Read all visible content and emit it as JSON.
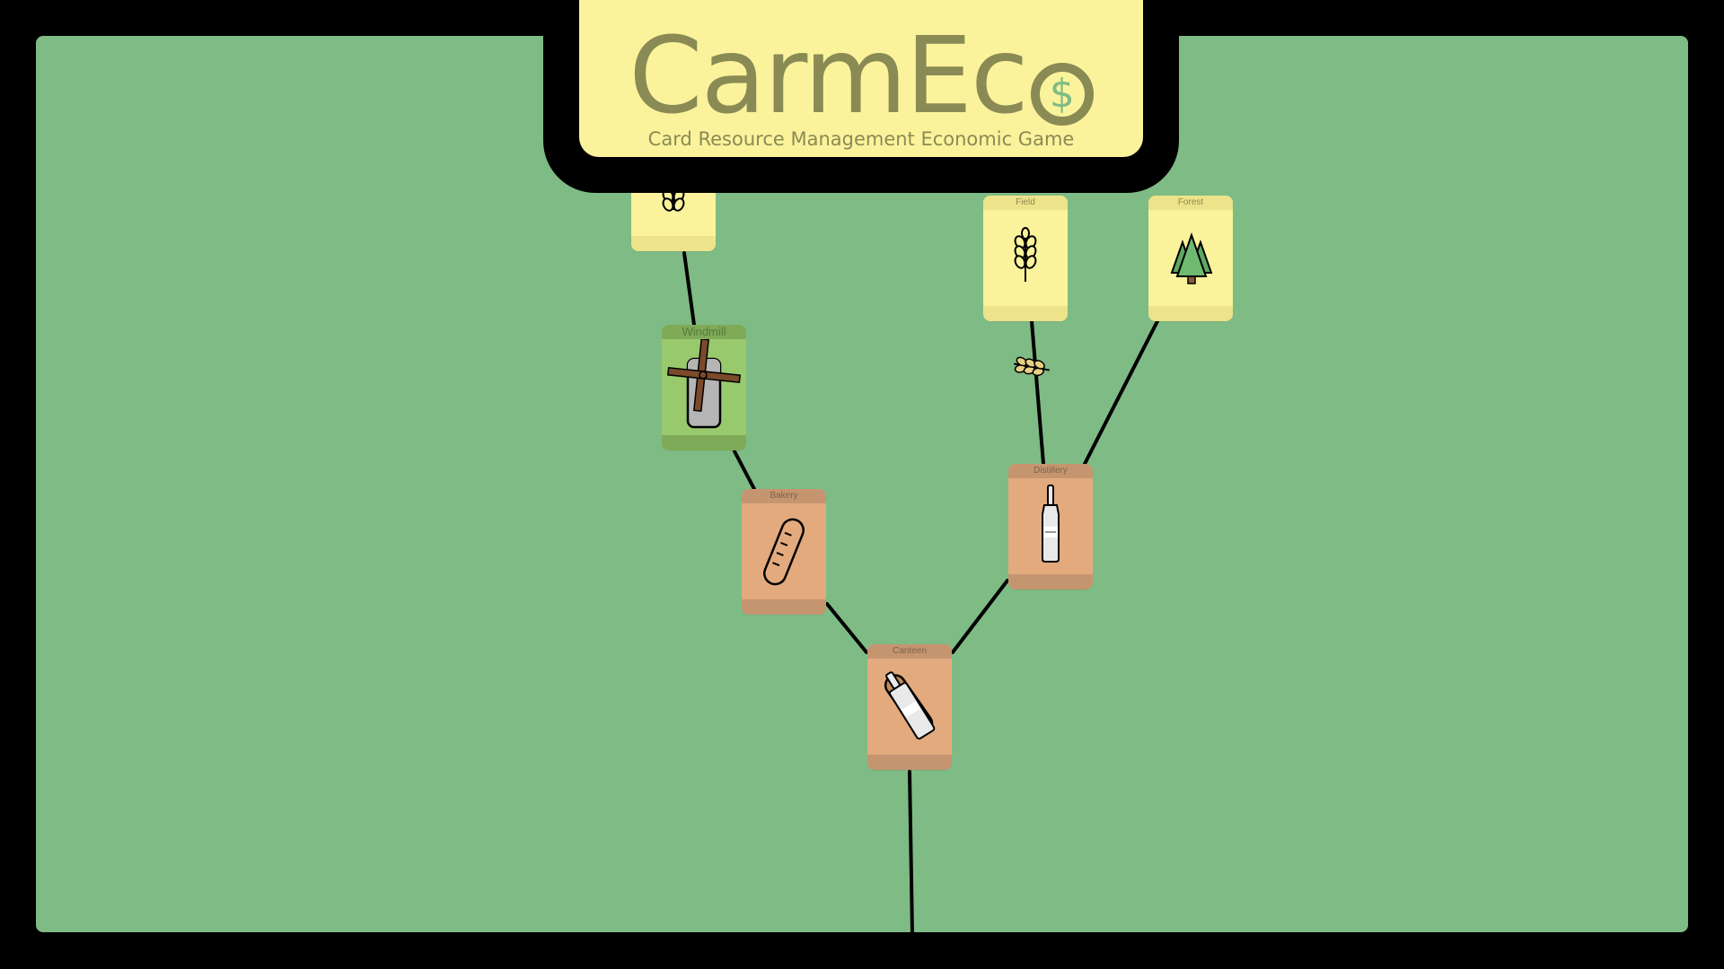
{
  "header": {
    "title_prefix": "CarmEc",
    "coin_symbol": "$",
    "subtitle": "Card Resource Management Economic Game"
  },
  "cards": [
    {
      "id": "field-left",
      "label": "",
      "icon": "wheat-icon",
      "color": "yellow"
    },
    {
      "id": "windmill",
      "label": "Windmill",
      "icon": "windmill-icon",
      "color": "green"
    },
    {
      "id": "bakery",
      "label": "Bakery",
      "icon": "bread-icon",
      "color": "orange"
    },
    {
      "id": "field",
      "label": "Field",
      "icon": "wheat-icon",
      "color": "yellow"
    },
    {
      "id": "forest",
      "label": "Forest",
      "icon": "trees-icon",
      "color": "yellow"
    },
    {
      "id": "distillery",
      "label": "Distillery",
      "icon": "bottle-icon",
      "color": "orange"
    },
    {
      "id": "canteen",
      "label": "Canteen",
      "icon": "bread-and-bottle-icon",
      "color": "orange"
    }
  ],
  "colors": {
    "board": "#7fbb85",
    "frame": "#000000",
    "title_bg": "#fbf39b",
    "title_text": "#8a8a55",
    "card_yellow": "#fbf39b",
    "card_green": "#98c96c",
    "card_orange": "#e3aa7e"
  }
}
